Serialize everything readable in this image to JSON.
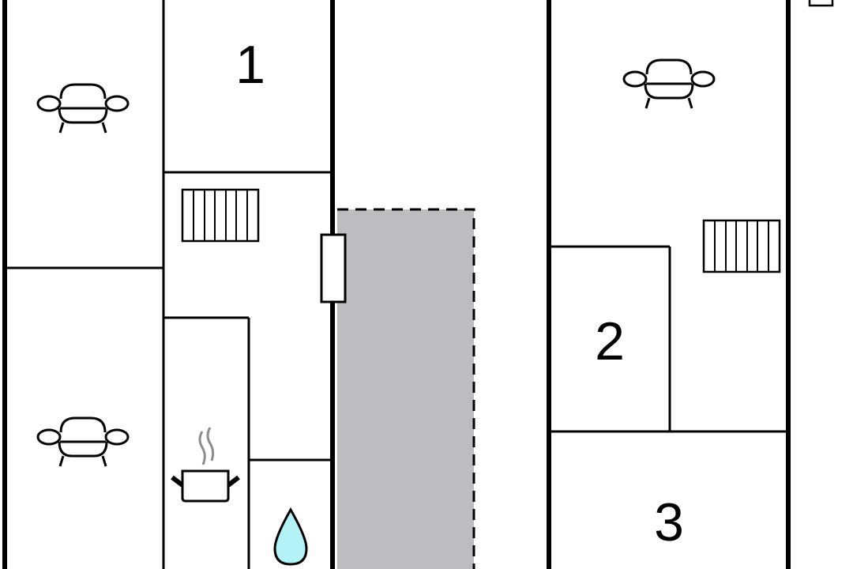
{
  "floorplan": {
    "rooms": [
      {
        "label": "1"
      },
      {
        "label": "2"
      },
      {
        "label": "3"
      }
    ],
    "icons": [
      "sofa-icon",
      "sofa-icon",
      "sofa-icon",
      "radiator-icon",
      "radiator-icon",
      "cooking-pot-icon",
      "water-drop-icon",
      "window-icon"
    ],
    "colors": {
      "wall": "#000000",
      "terrace": "#bdbdbf",
      "water": "#b3f3f7",
      "steam": "#8c8c8c"
    }
  }
}
